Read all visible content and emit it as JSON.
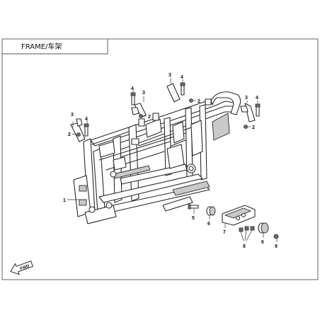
{
  "title": "FRAME/车架",
  "fwd_label": "FWD",
  "callouts": {
    "c1": "1",
    "c2a": "2",
    "c2b": "2",
    "c2c": "2",
    "c2d": "2",
    "c3a": "3",
    "c3b": "3",
    "c3c": "3",
    "c3d": "3",
    "c4a": "4",
    "c4b": "4",
    "c4c": "4",
    "c4d": "4",
    "c5": "5",
    "c6a": "6",
    "c6b": "6",
    "c7": "7",
    "c8": "8",
    "c9": "9"
  },
  "colors": {
    "line": "#2a2a2a",
    "shade": "#c9c9c9",
    "border": "#555555"
  }
}
